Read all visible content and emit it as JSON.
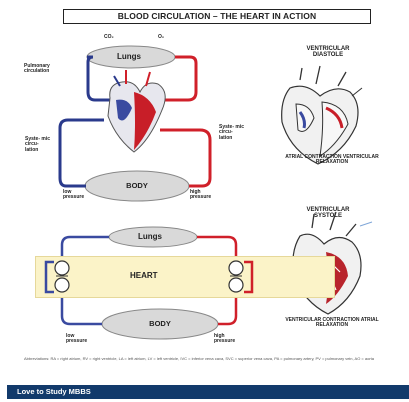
{
  "title": "BLOOD CIRCULATION – THE HEART IN ACTION",
  "top_diagram": {
    "lungs": "Lungs",
    "body": "BODY",
    "pulmonary_label": "Pulmonary circulation",
    "systemic_left": "Syste- mic circu- lation",
    "systemic_right": "Syste- mic circu- lation",
    "low_pressure": "low pressure",
    "high_pressure": "high pressure",
    "co2": "CO₂",
    "o2": "O₂"
  },
  "diastole": {
    "title": "VENTRICULAR DIASTOLE",
    "caption": "ATRIAL CONTRACTION VENTRICULAR RELAXATION"
  },
  "systole": {
    "title": "VENTRICULAR SYSTOLE",
    "caption": "VENTRICULAR CONTRACTION ATRIAL RELAXATION"
  },
  "bottom_diagram": {
    "lungs": "Lungs",
    "heart": "HEART",
    "body": "BODY",
    "low_pressure": "low pressure",
    "high_pressure": "high pressure"
  },
  "abbreviations": "Abbreviations: RA = right atrium, RV = right ventricle, LA = left atrium, LV = left ventricle, IVC = inferior vena cava, SVC = superior vena cava, PA = pulmonary artery, PV = pulmonary vein, AO = aorta",
  "footer": "Love to Study MBBS",
  "colors": {
    "oxygenated": "#d0202a",
    "deoxygenated": "#2a3a8c",
    "heart_box": "#fbf3c8",
    "footer_bg": "#123a6b"
  }
}
